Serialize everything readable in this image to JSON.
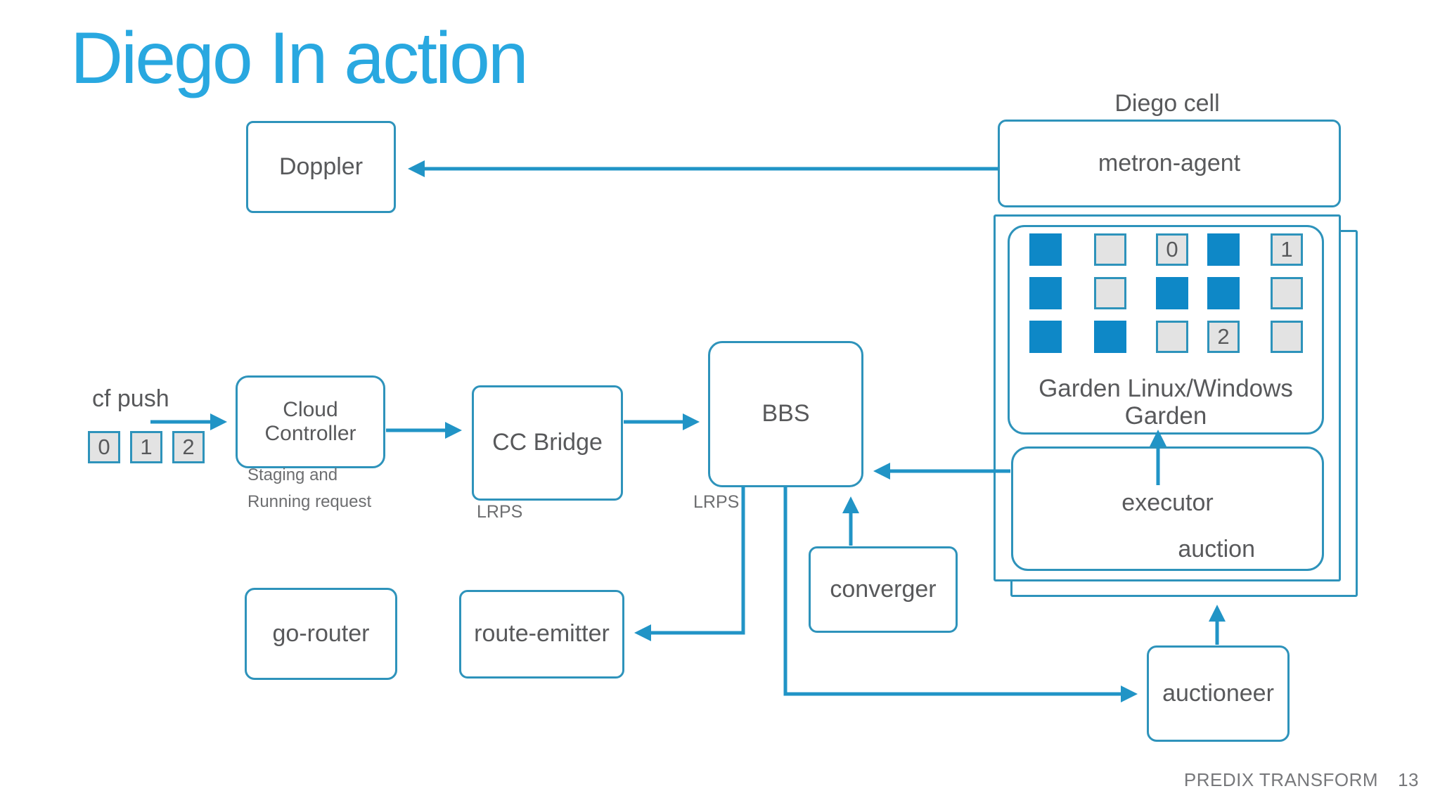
{
  "slide": {
    "title": "Diego In action",
    "footer": {
      "label": "PREDIX TRANSFORM",
      "page": "13"
    }
  },
  "nodes": {
    "doppler": {
      "label": "Doppler"
    },
    "cloud_controller": {
      "label": "Cloud Controller"
    },
    "cc_bridge": {
      "label": "CC Bridge"
    },
    "bbs": {
      "label": "BBS"
    },
    "converger": {
      "label": "converger"
    },
    "go_router": {
      "label": "go-router"
    },
    "route_emitter": {
      "label": "route-emitter"
    },
    "auctioneer": {
      "label": "auctioneer"
    },
    "metron_agent": {
      "label": "metron-agent"
    },
    "executor": {
      "label": "executor",
      "sublabel": "auction"
    },
    "garden": {
      "label_line1": "Garden Linux/Windows",
      "label_line2": "Garden"
    }
  },
  "annotations": {
    "diego_cell": "Diego cell",
    "cf_push": "cf push",
    "staging_line1": "Staging and",
    "staging_line2": "Running request",
    "lrps_cc": "LRPS",
    "lrps_bbs": "LRPS"
  },
  "cf_push_instances": [
    "0",
    "1",
    "2"
  ],
  "garden_grid": {
    "rows": [
      [
        {
          "color": "blue"
        },
        {
          "color": "gray"
        },
        {
          "color": "gray",
          "label": "0"
        },
        {
          "color": "blue"
        },
        {
          "color": "gray",
          "label": "1"
        }
      ],
      [
        {
          "color": "blue"
        },
        {
          "color": "gray"
        },
        {
          "color": "blue"
        },
        {
          "color": "blue"
        },
        {
          "color": "gray"
        }
      ],
      [
        {
          "color": "blue"
        },
        {
          "color": "blue"
        },
        {
          "color": "gray"
        },
        {
          "color": "gray",
          "label": "2"
        },
        {
          "color": "gray"
        }
      ]
    ]
  },
  "colors": {
    "accent_blue": "#29a8e0",
    "box_border_teal": "#2e93bb",
    "arrow_blue": "#2194c6",
    "container_square_blue": "#0e88c7",
    "container_square_gray": "#e3e3e3",
    "text_gray": "#58595b"
  }
}
